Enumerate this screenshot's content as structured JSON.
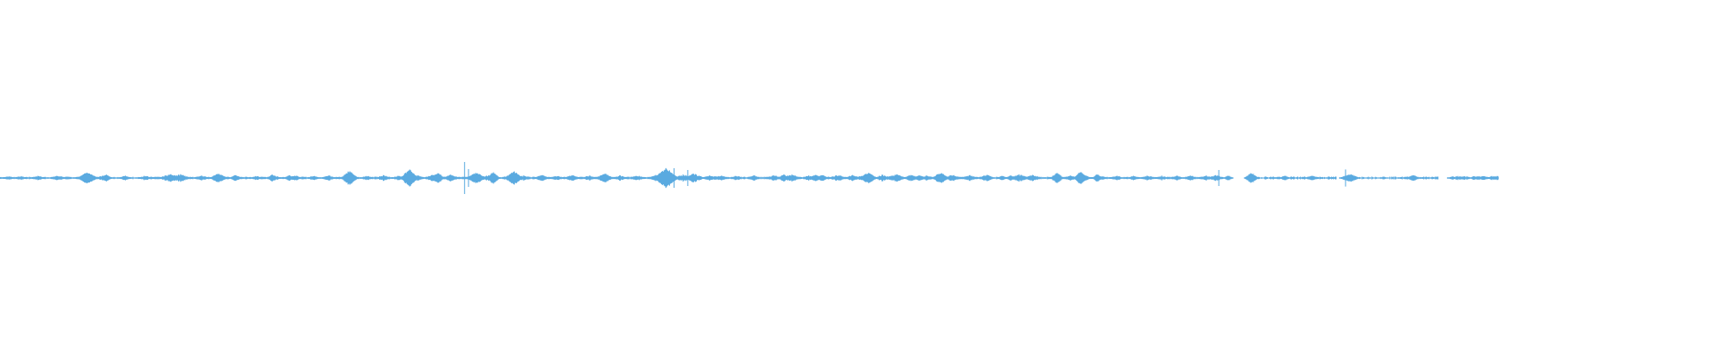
{
  "waveform": {
    "color": "#5AAAE0",
    "background": "#ffffff",
    "played_fraction": 0.71,
    "bursts": [
      [
        0.005,
        0.002
      ],
      [
        0.012,
        0.002
      ],
      [
        0.022,
        0.003
      ],
      [
        0.034,
        0.004
      ],
      [
        0.049,
        0.005
      ],
      [
        0.06,
        0.004
      ],
      [
        0.073,
        0.003
      ],
      [
        0.085,
        0.003
      ],
      [
        0.098,
        0.006
      ],
      [
        0.105,
        0.008
      ],
      [
        0.118,
        0.004
      ],
      [
        0.126,
        0.003
      ],
      [
        0.138,
        0.002
      ],
      [
        0.15,
        0.003
      ],
      [
        0.16,
        0.004
      ],
      [
        0.172,
        0.005
      ],
      [
        0.183,
        0.003
      ],
      [
        0.192,
        0.004
      ],
      [
        0.204,
        0.003
      ],
      [
        0.214,
        0.003
      ],
      [
        0.224,
        0.005
      ],
      [
        0.233,
        0.004
      ],
      [
        0.244,
        0.004
      ],
      [
        0.253,
        0.007
      ],
      [
        0.263,
        0.006
      ],
      [
        0.275,
        0.003
      ],
      [
        0.285,
        0.004
      ],
      [
        0.296,
        0.003
      ],
      [
        0.306,
        0.004
      ],
      [
        0.316,
        0.004
      ],
      [
        0.325,
        0.003
      ],
      [
        0.334,
        0.005
      ],
      [
        0.344,
        0.004
      ],
      [
        0.352,
        0.005
      ],
      [
        0.362,
        0.004
      ],
      [
        0.372,
        0.004
      ],
      [
        0.383,
        0.006
      ],
      [
        0.391,
        0.005
      ],
      [
        0.399,
        0.007
      ],
      [
        0.405,
        0.009
      ],
      [
        0.414,
        0.004
      ],
      [
        0.421,
        0.004
      ],
      [
        0.43,
        0.003
      ],
      [
        0.44,
        0.004
      ],
      [
        0.452,
        0.005
      ],
      [
        0.462,
        0.007
      ],
      [
        0.472,
        0.004
      ],
      [
        0.48,
        0.005
      ],
      [
        0.488,
        0.004
      ],
      [
        0.498,
        0.005
      ],
      [
        0.506,
        0.009
      ],
      [
        0.515,
        0.006
      ],
      [
        0.523,
        0.008
      ],
      [
        0.532,
        0.006
      ],
      [
        0.541,
        0.004
      ],
      [
        0.55,
        0.005
      ],
      [
        0.556,
        0.006
      ],
      [
        0.566,
        0.005
      ],
      [
        0.575,
        0.004
      ],
      [
        0.585,
        0.003
      ],
      [
        0.595,
        0.007
      ],
      [
        0.603,
        0.006
      ],
      [
        0.616,
        0.003
      ],
      [
        0.625,
        0.004
      ],
      [
        0.633,
        0.005
      ],
      [
        0.642,
        0.004
      ],
      [
        0.652,
        0.003
      ],
      [
        0.662,
        0.003
      ],
      [
        0.67,
        0.004
      ],
      [
        0.678,
        0.003
      ],
      [
        0.687,
        0.003
      ],
      [
        0.695,
        0.004
      ],
      [
        0.704,
        0.004
      ],
      [
        0.71,
        0.005
      ]
    ],
    "spikes": [
      [
        0.2712,
        0.09
      ],
      [
        0.3935,
        0.055
      ],
      [
        0.4015,
        0.045
      ],
      [
        0.2735,
        0.05
      ],
      [
        0.7855,
        0.048
      ],
      [
        0.7115,
        0.045
      ]
    ],
    "peaks": [
      [
        0.051,
        0.032,
        0.012
      ],
      [
        0.062,
        0.02,
        0.007
      ],
      [
        0.1,
        0.022,
        0.01
      ],
      [
        0.1275,
        0.026,
        0.01
      ],
      [
        0.1375,
        0.018,
        0.007
      ],
      [
        0.159,
        0.02,
        0.006
      ],
      [
        0.169,
        0.016,
        0.006
      ],
      [
        0.204,
        0.04,
        0.01
      ],
      [
        0.239,
        0.05,
        0.01
      ],
      [
        0.2555,
        0.03,
        0.008
      ],
      [
        0.278,
        0.03,
        0.012
      ],
      [
        0.288,
        0.036,
        0.007
      ],
      [
        0.3,
        0.038,
        0.01
      ],
      [
        0.3165,
        0.018,
        0.008
      ],
      [
        0.334,
        0.014,
        0.01
      ],
      [
        0.353,
        0.026,
        0.01
      ],
      [
        0.389,
        0.054,
        0.014
      ],
      [
        0.4045,
        0.024,
        0.008
      ],
      [
        0.418,
        0.01,
        0.012
      ],
      [
        0.4575,
        0.02,
        0.007
      ],
      [
        0.476,
        0.018,
        0.009
      ],
      [
        0.49,
        0.016,
        0.008
      ],
      [
        0.507,
        0.03,
        0.01
      ],
      [
        0.537,
        0.016,
        0.007
      ],
      [
        0.549,
        0.03,
        0.01
      ],
      [
        0.5765,
        0.018,
        0.008
      ],
      [
        0.59,
        0.014,
        0.006
      ],
      [
        0.617,
        0.028,
        0.008
      ],
      [
        0.631,
        0.038,
        0.008
      ],
      [
        0.6405,
        0.022,
        0.006
      ],
      [
        0.717,
        0.014,
        0.006
      ],
      [
        0.7305,
        0.03,
        0.008
      ],
      [
        0.75,
        0.014,
        0.006
      ],
      [
        0.766,
        0.014,
        0.008
      ],
      [
        0.788,
        0.022,
        0.012
      ],
      [
        0.825,
        0.016,
        0.008
      ],
      [
        0.848,
        0.01,
        0.006
      ],
      [
        0.866,
        0.012,
        0.006
      ],
      [
        0.873,
        0.01,
        0.004
      ]
    ],
    "tail_segments": [
      [
        0.73,
        0.78
      ],
      [
        0.79,
        0.84
      ],
      [
        0.85,
        0.875
      ]
    ]
  }
}
